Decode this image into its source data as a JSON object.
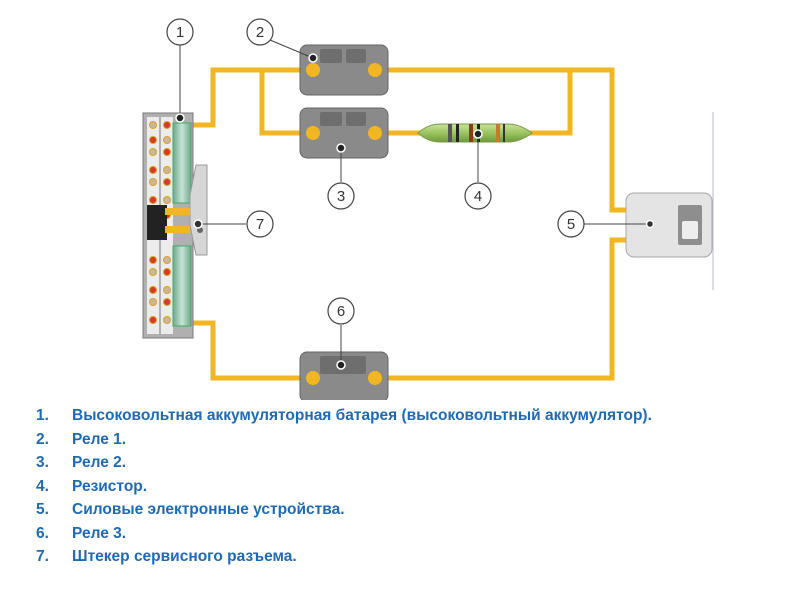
{
  "diagram": {
    "callouts": [
      "1",
      "2",
      "3",
      "4",
      "5",
      "6",
      "7"
    ],
    "colors": {
      "wire": "#f2b623",
      "relay_body": "#8a8a8a",
      "relay_window": "#6e6e6e",
      "battery_cell": "#9ecab4",
      "terminal_red": "#d43a2a",
      "device_body": "#e4e4e4",
      "legend_text": "#1f6ab4"
    }
  },
  "legend": {
    "items": [
      {
        "num": "1.",
        "text": "Высоковольтная аккумуляторная батарея (высоковольтный аккумулятор)."
      },
      {
        "num": "2.",
        "text": "Реле 1."
      },
      {
        "num": "3.",
        "text": "Реле 2."
      },
      {
        "num": "4.",
        "text": "Резистор."
      },
      {
        "num": "5.",
        "text": "Силовые электронные устройства."
      },
      {
        "num": "6.",
        "text": "Реле 3."
      },
      {
        "num": "7.",
        "text": "Штекер сервисного разъема."
      }
    ]
  }
}
